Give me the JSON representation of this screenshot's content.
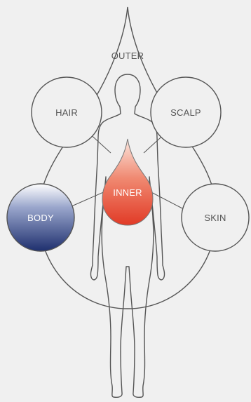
{
  "diagram": {
    "outer_label": "OUTER",
    "inner_label": "INNER",
    "nodes": {
      "hair": "HAIR",
      "scalp": "SCALP",
      "body": "BODY",
      "skin": "SKIN"
    }
  },
  "colors": {
    "background": "#f0f0f0",
    "outline": "#555555",
    "label": "#555555",
    "body_fill_top": "#ffffff",
    "body_fill_bottom": "#1e2f6e",
    "inner_fill_top": "#fbe7df",
    "inner_fill_bottom": "#e13a26"
  }
}
